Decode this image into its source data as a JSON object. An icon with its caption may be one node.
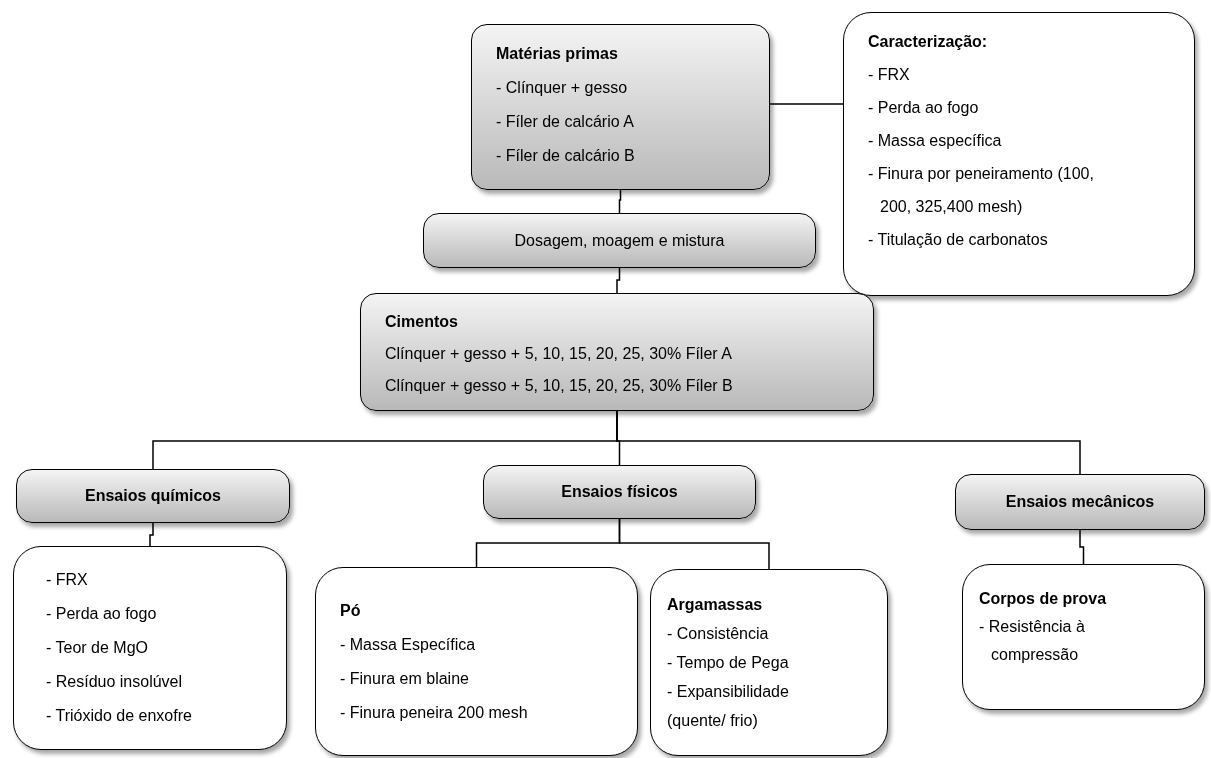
{
  "diagram": {
    "nodes": [
      {
        "text": [
          "Matérias primas",
          "- Clínquer + gesso",
          "- Fíler de calcário A",
          "- Fíler de calcário B"
        ]
      },
      {
        "text": [
          "Caracterização:",
          "- FRX",
          "- Perda ao fogo",
          "- Massa específica",
          "- Finura por peneiramento (100, 200, 325,400 mesh)",
          "- Titulação de carbonatos"
        ]
      },
      {
        "text": [
          "Dosagem, moagem e mistura"
        ]
      },
      {
        "text": [
          "Cimentos",
          "Clínquer + gesso + 5, 10, 15, 20, 25, 30% Fíler A",
          "Clínquer + gesso + 5, 10, 15, 20, 25, 30% Fíler B"
        ]
      },
      {
        "text": [
          "Ensaios químicos"
        ]
      },
      {
        "text": [
          "Ensaios físicos"
        ]
      },
      {
        "text": [
          "Ensaios mecânicos"
        ]
      },
      {
        "text": [
          "- FRX",
          "- Perda ao fogo",
          "- Teor de MgO",
          "- Resíduo insolúvel",
          "- Trióxido de enxofre"
        ]
      },
      {
        "text": [
          "Pó",
          "- Massa Específica",
          "- Finura em blaine",
          "- Finura peneira 200 mesh"
        ]
      },
      {
        "text": [
          "Argamassas",
          "- Consistência",
          "- Tempo de Pega",
          "- Expansibilidade (quente/ frio)"
        ]
      },
      {
        "text": [
          "Corpos de prova",
          "- Resistência à compressão"
        ]
      }
    ],
    "edges": [
      {
        "from": 0,
        "to": 1,
        "arrow": "none"
      },
      {
        "from": 0,
        "to": 2,
        "arrow": "none"
      },
      {
        "from": 2,
        "to": 3,
        "arrow": "none"
      },
      {
        "from": 3,
        "to": 4,
        "arrow": "none"
      },
      {
        "from": 3,
        "to": 5,
        "arrow": "none"
      },
      {
        "from": 3,
        "to": 6,
        "arrow": "none"
      },
      {
        "from": 4,
        "to": 7,
        "arrow": "none"
      },
      {
        "from": 5,
        "to": 8,
        "arrow": "none"
      },
      {
        "from": 5,
        "to": 9,
        "arrow": "none"
      },
      {
        "from": 6,
        "to": 10,
        "arrow": "none"
      }
    ]
  }
}
